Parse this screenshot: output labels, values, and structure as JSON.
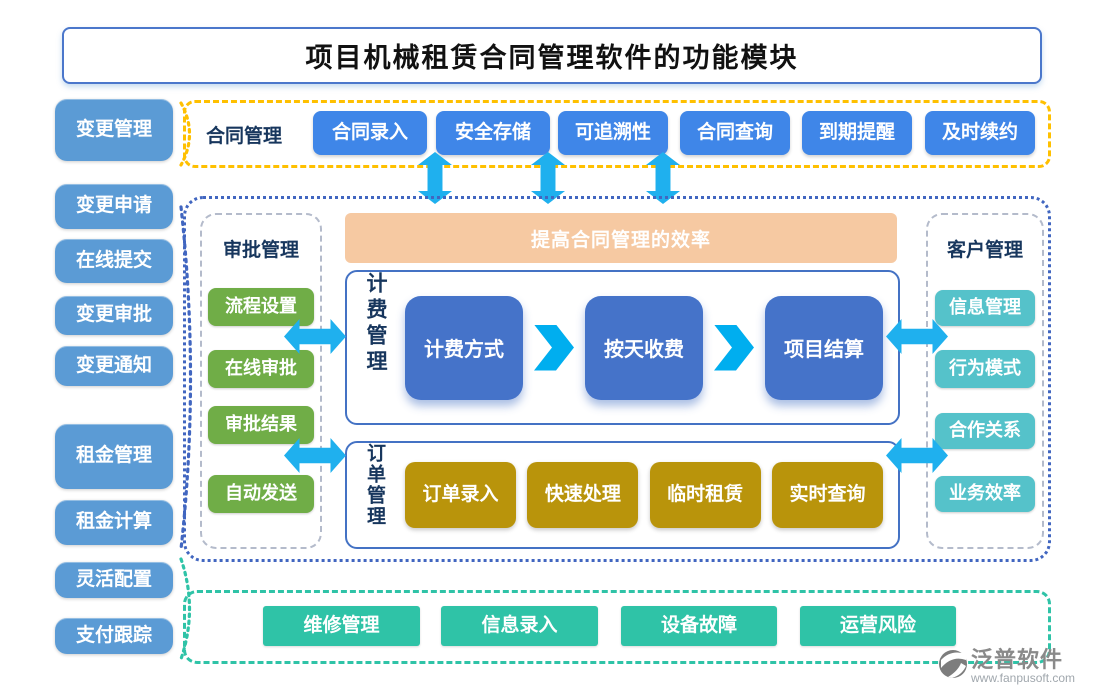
{
  "title": "项目机械租赁合同管理软件的功能模块",
  "left_column": {
    "items": [
      {
        "label": "变更管理"
      },
      {
        "label": "变更申请"
      },
      {
        "label": "在线提交"
      },
      {
        "label": "变更审批"
      },
      {
        "label": "变更通知"
      },
      {
        "label": "租金管理"
      },
      {
        "label": "租金计算"
      },
      {
        "label": "灵活配置"
      },
      {
        "label": "支付跟踪"
      }
    ]
  },
  "contract_section": {
    "label": "合同管理",
    "items": [
      {
        "label": "合同录入"
      },
      {
        "label": "安全存储"
      },
      {
        "label": "可追溯性"
      },
      {
        "label": "合同查询"
      },
      {
        "label": "到期提醒"
      },
      {
        "label": "及时续约"
      }
    ]
  },
  "middle_section": {
    "banner": "提高合同管理的效率",
    "approval": {
      "label": "审批管理",
      "items": [
        {
          "label": "流程设置"
        },
        {
          "label": "在线审批"
        },
        {
          "label": "审批结果"
        },
        {
          "label": "自动发送"
        }
      ]
    },
    "billing": {
      "label": "计费管理",
      "steps": [
        {
          "label": "计费方式"
        },
        {
          "label": "按天收费"
        },
        {
          "label": "项目结算"
        }
      ]
    },
    "order": {
      "label": "订单管理",
      "items": [
        {
          "label": "订单录入"
        },
        {
          "label": "快速处理"
        },
        {
          "label": "临时租赁"
        },
        {
          "label": "实时查询"
        }
      ]
    },
    "customer": {
      "label": "客户管理",
      "items": [
        {
          "label": "信息管理"
        },
        {
          "label": "行为模式"
        },
        {
          "label": "合作关系"
        },
        {
          "label": "业务效率"
        }
      ]
    }
  },
  "maintenance_section": {
    "items": [
      {
        "label": "维修管理"
      },
      {
        "label": "信息录入"
      },
      {
        "label": "设备故障"
      },
      {
        "label": "运营风险"
      }
    ]
  },
  "footer": {
    "brand": "泛普软件",
    "url": "www.fanpusoft.com"
  },
  "colors": {
    "left_button": "#5B9BD5",
    "top_button": "#3F86E8",
    "contract_border": "#FFC000",
    "middle_border": "#4166C0",
    "approval_button": "#70AD47",
    "banner_bg": "#F6C9A2",
    "flow_node": "#4573C9",
    "arrow": "#1FB0EE",
    "order_button": "#B9940B",
    "customer_button": "#55C2CA",
    "maintenance_button": "#2FC3A7",
    "label_text": "#17365D"
  }
}
